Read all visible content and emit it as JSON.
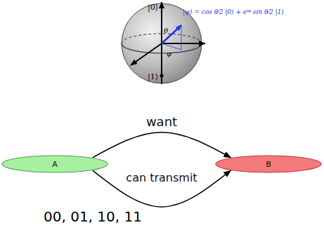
{
  "diagram": {
    "nodes": [
      {
        "text": [
          "A"
        ]
      },
      {
        "text": [
          "B"
        ]
      }
    ],
    "edges": [
      {
        "from": 0,
        "to": 1,
        "arrow": "to",
        "label": "want"
      },
      {
        "from": 0,
        "to": 1,
        "arrow": "to",
        "label": "can transmit"
      }
    ],
    "labels": [
      "|0⟩",
      "|1⟩",
      "θ",
      "φ",
      "|ψ⟩ = cos θ⁄2 |0⟩ + eⁱᵠ sin θ⁄2 |1⟩",
      "00, 01, 10, 11"
    ]
  }
}
